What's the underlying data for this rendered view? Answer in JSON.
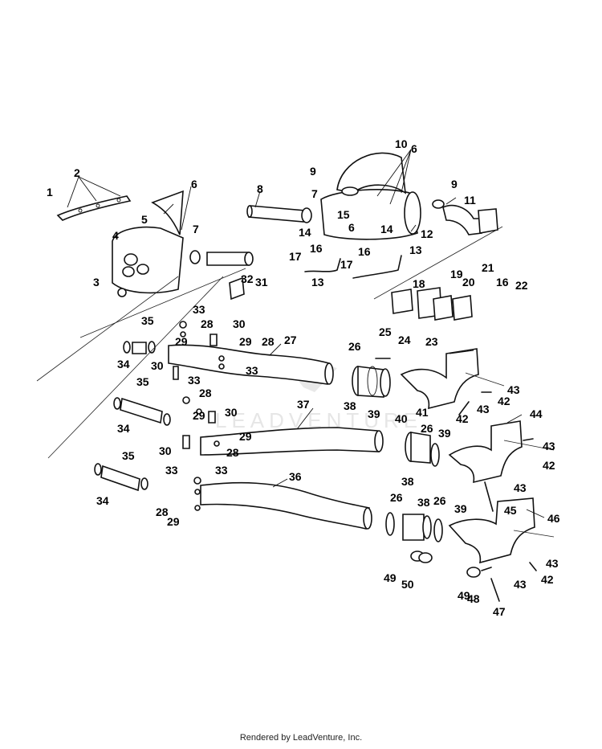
{
  "watermark": "LEADVENTURE",
  "footer": "Rendered by LeadVenture, Inc.",
  "callouts": [
    {
      "id": "c1",
      "text": "1"
    },
    {
      "id": "c2",
      "text": "2"
    },
    {
      "id": "c3",
      "text": "3"
    },
    {
      "id": "c4",
      "text": "4"
    },
    {
      "id": "c5",
      "text": "5"
    },
    {
      "id": "c6a",
      "text": "6"
    },
    {
      "id": "c7a",
      "text": "7"
    },
    {
      "id": "c8",
      "text": "8"
    },
    {
      "id": "c7b",
      "text": "7"
    },
    {
      "id": "c9a",
      "text": "9"
    },
    {
      "id": "c10",
      "text": "10"
    },
    {
      "id": "c6b",
      "text": "6"
    },
    {
      "id": "c9b",
      "text": "9"
    },
    {
      "id": "c11",
      "text": "11"
    },
    {
      "id": "c15",
      "text": "15"
    },
    {
      "id": "c6c",
      "text": "6"
    },
    {
      "id": "c14a",
      "text": "14"
    },
    {
      "id": "c14b",
      "text": "14"
    },
    {
      "id": "c12",
      "text": "12"
    },
    {
      "id": "c16a",
      "text": "16"
    },
    {
      "id": "c17a",
      "text": "17"
    },
    {
      "id": "c16b",
      "text": "16"
    },
    {
      "id": "c13a",
      "text": "13"
    },
    {
      "id": "c17b",
      "text": "17"
    },
    {
      "id": "c13b",
      "text": "13"
    },
    {
      "id": "c18",
      "text": "18"
    },
    {
      "id": "c19",
      "text": "19"
    },
    {
      "id": "c20",
      "text": "20"
    },
    {
      "id": "c21",
      "text": "21"
    },
    {
      "id": "c16c",
      "text": "16"
    },
    {
      "id": "c22",
      "text": "22"
    },
    {
      "id": "c32",
      "text": "32"
    },
    {
      "id": "c31",
      "text": "31"
    },
    {
      "id": "c33a",
      "text": "33"
    },
    {
      "id": "c35a",
      "text": "35"
    },
    {
      "id": "c28a",
      "text": "28"
    },
    {
      "id": "c30a",
      "text": "30"
    },
    {
      "id": "c29a",
      "text": "29"
    },
    {
      "id": "c29b",
      "text": "29"
    },
    {
      "id": "c28b",
      "text": "28"
    },
    {
      "id": "c27",
      "text": "27"
    },
    {
      "id": "c25",
      "text": "25"
    },
    {
      "id": "c24",
      "text": "24"
    },
    {
      "id": "c23",
      "text": "23"
    },
    {
      "id": "c26a",
      "text": "26"
    },
    {
      "id": "c34a",
      "text": "34"
    },
    {
      "id": "c30b",
      "text": "30"
    },
    {
      "id": "c33b",
      "text": "33"
    },
    {
      "id": "c33c",
      "text": "33"
    },
    {
      "id": "c35b",
      "text": "35"
    },
    {
      "id": "c28c",
      "text": "28"
    },
    {
      "id": "c38a",
      "text": "38"
    },
    {
      "id": "c39a",
      "text": "39"
    },
    {
      "id": "c40",
      "text": "40"
    },
    {
      "id": "c41",
      "text": "41"
    },
    {
      "id": "c42a",
      "text": "42"
    },
    {
      "id": "c43a",
      "text": "43"
    },
    {
      "id": "c43b",
      "text": "43"
    },
    {
      "id": "c42b",
      "text": "42"
    },
    {
      "id": "c34b",
      "text": "34"
    },
    {
      "id": "c29c",
      "text": "29"
    },
    {
      "id": "c30c",
      "text": "30"
    },
    {
      "id": "c37",
      "text": "37"
    },
    {
      "id": "c44",
      "text": "44"
    },
    {
      "id": "c26b",
      "text": "26"
    },
    {
      "id": "c39b",
      "text": "39"
    },
    {
      "id": "c29d",
      "text": "29"
    },
    {
      "id": "c30d",
      "text": "30"
    },
    {
      "id": "c28d",
      "text": "28"
    },
    {
      "id": "c33d",
      "text": "33"
    },
    {
      "id": "c43c",
      "text": "43"
    },
    {
      "id": "c42c",
      "text": "42"
    },
    {
      "id": "c35c",
      "text": "35"
    },
    {
      "id": "c36",
      "text": "36"
    },
    {
      "id": "c33e",
      "text": "33"
    },
    {
      "id": "c38b",
      "text": "38"
    },
    {
      "id": "c43d",
      "text": "43"
    },
    {
      "id": "c34c",
      "text": "34"
    },
    {
      "id": "c28e",
      "text": "28"
    },
    {
      "id": "c29e",
      "text": "29"
    },
    {
      "id": "c26c",
      "text": "26"
    },
    {
      "id": "c38c",
      "text": "38"
    },
    {
      "id": "c26d",
      "text": "26"
    },
    {
      "id": "c39c",
      "text": "39"
    },
    {
      "id": "c45",
      "text": "45"
    },
    {
      "id": "c46",
      "text": "46"
    },
    {
      "id": "c43e",
      "text": "43"
    },
    {
      "id": "c42d",
      "text": "42"
    },
    {
      "id": "c49a",
      "text": "49"
    },
    {
      "id": "c50",
      "text": "50"
    },
    {
      "id": "c49b",
      "text": "49"
    },
    {
      "id": "c43f",
      "text": "43"
    },
    {
      "id": "c48",
      "text": "48"
    },
    {
      "id": "c47",
      "text": "47"
    }
  ]
}
